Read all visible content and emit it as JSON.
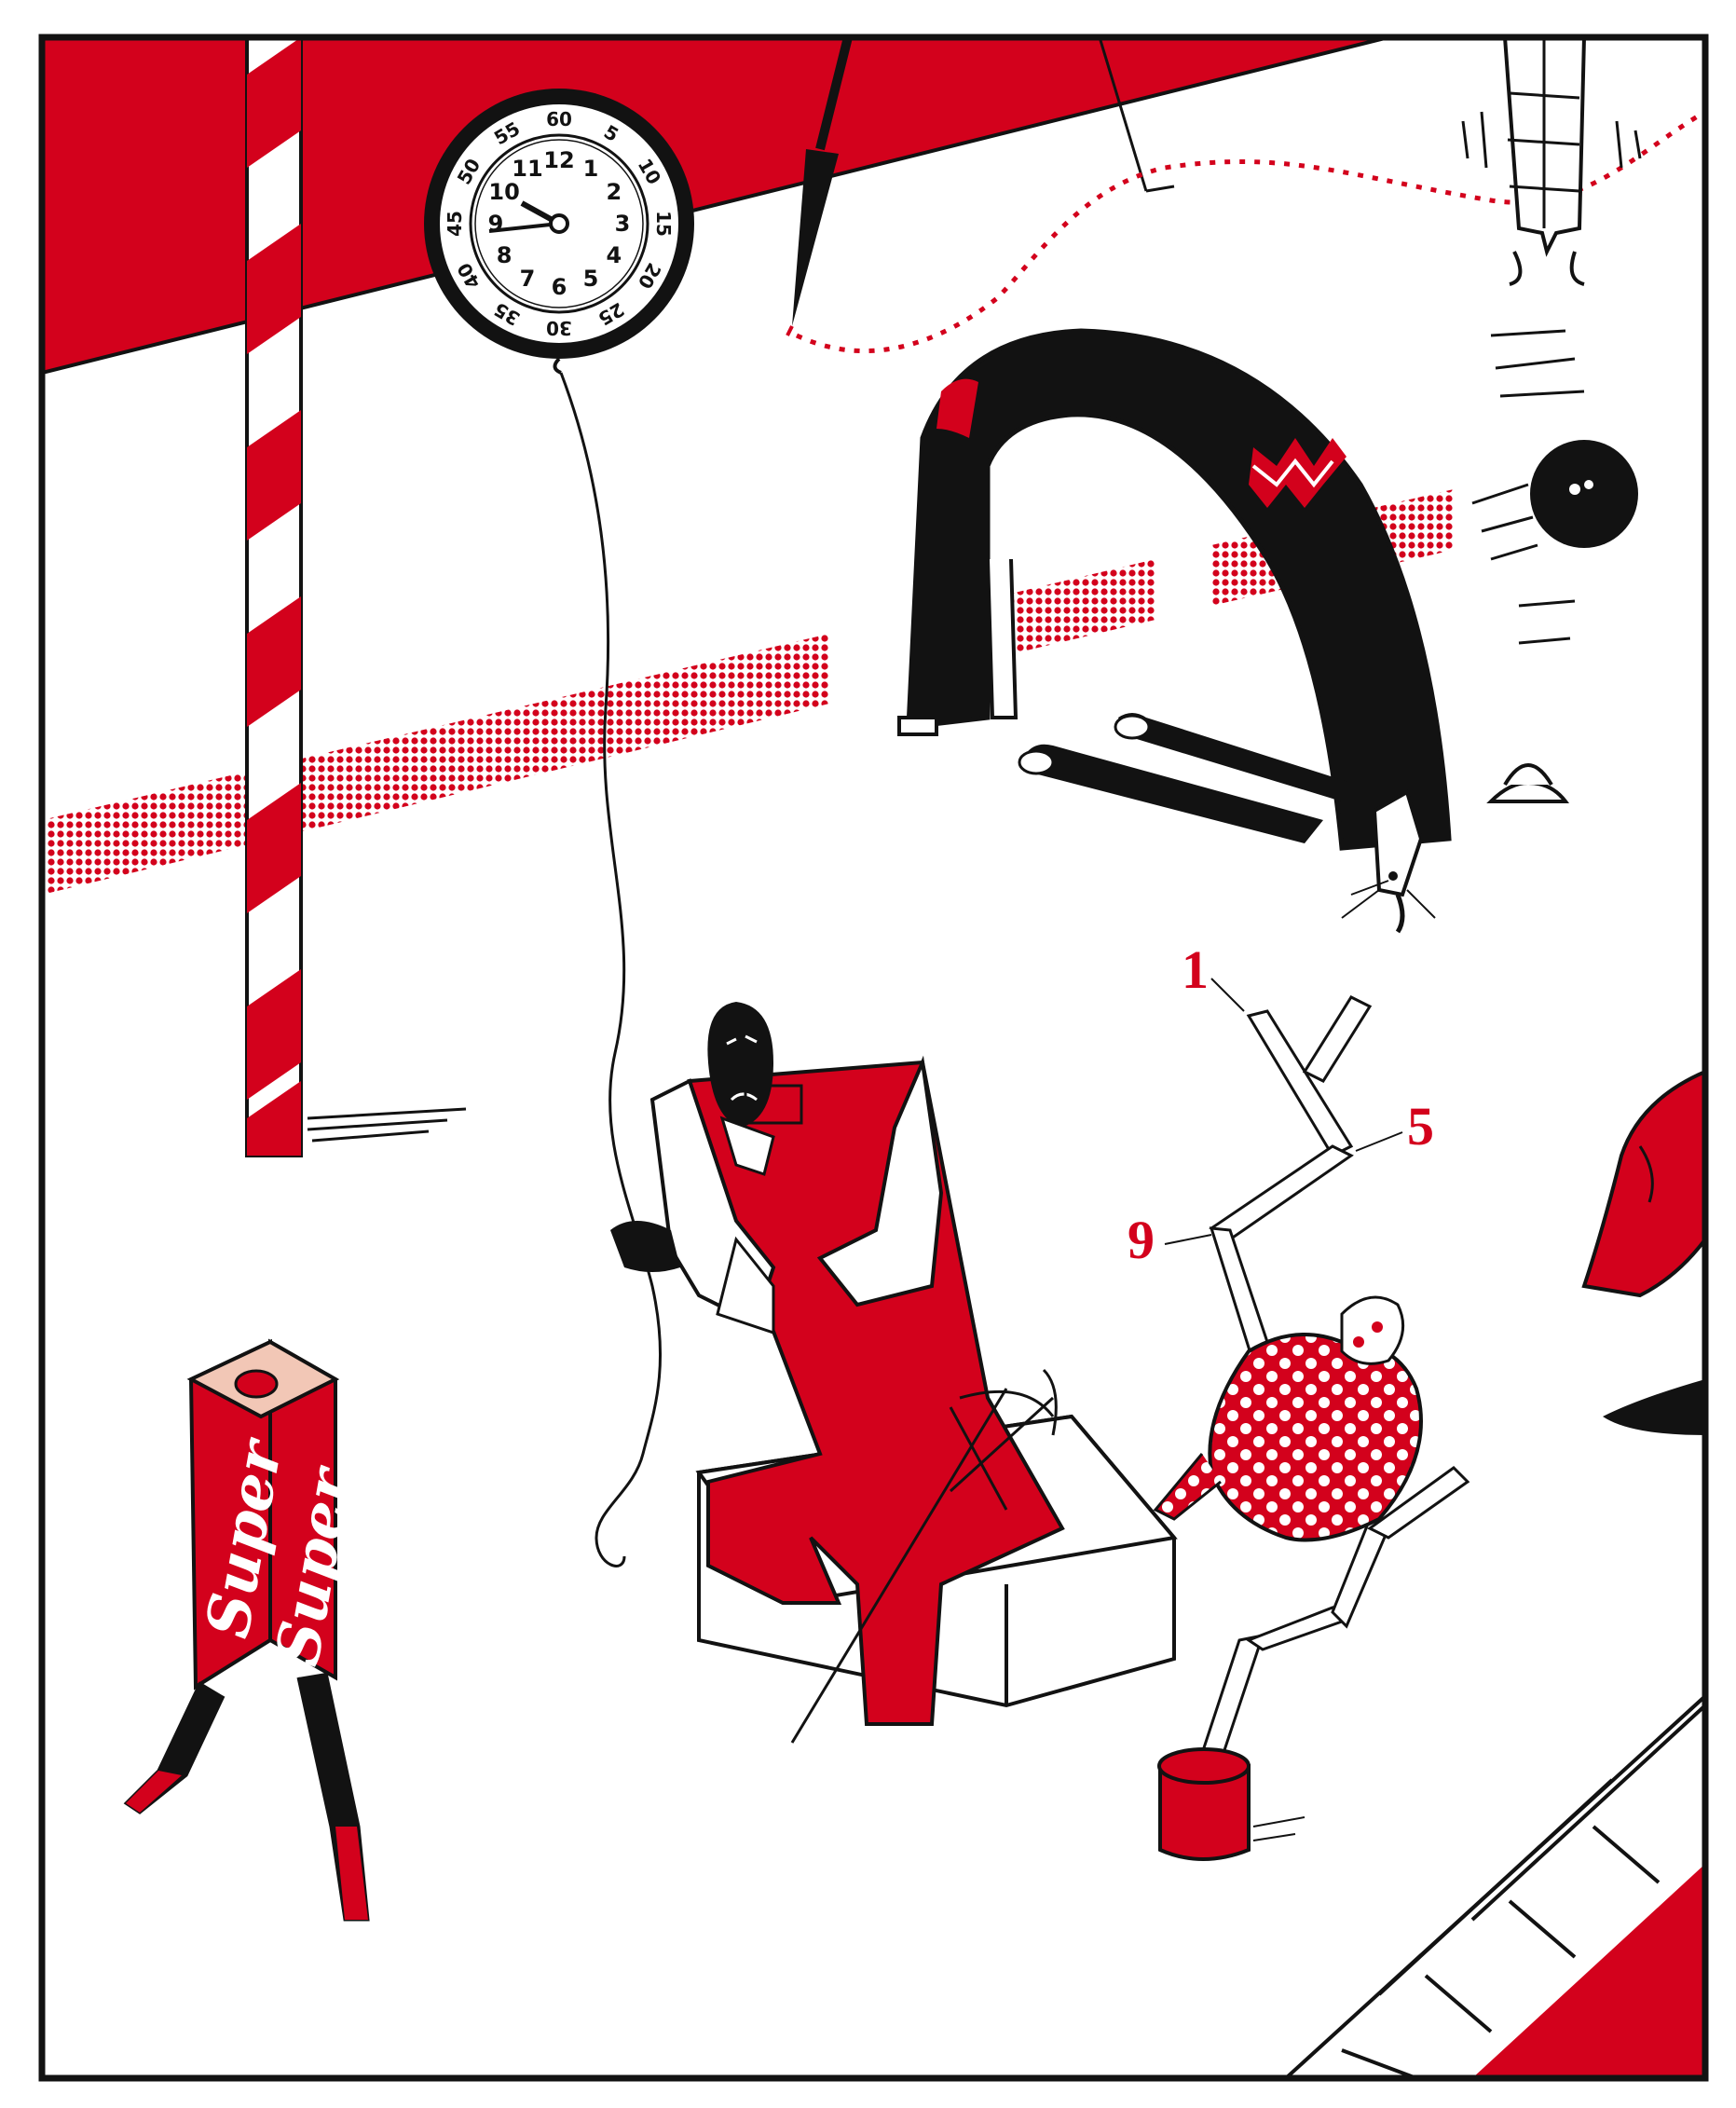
{
  "colors": {
    "red": "#d3011c",
    "black": "#121212",
    "paper": "#ffffff",
    "box_inside": "#f2c7b6"
  },
  "clock": {
    "hour_numbers": [
      "1",
      "2",
      "3",
      "4",
      "5",
      "6",
      "7",
      "8",
      "9",
      "10",
      "11",
      "12"
    ],
    "minute_numbers": [
      "5",
      "10",
      "15",
      "20",
      "25",
      "30",
      "35",
      "40",
      "45",
      "50",
      "55",
      "60"
    ]
  },
  "ruler_labels": {
    "top": "1",
    "right": "5",
    "left": "9"
  },
  "box_labels": [
    "Super",
    "Super"
  ]
}
